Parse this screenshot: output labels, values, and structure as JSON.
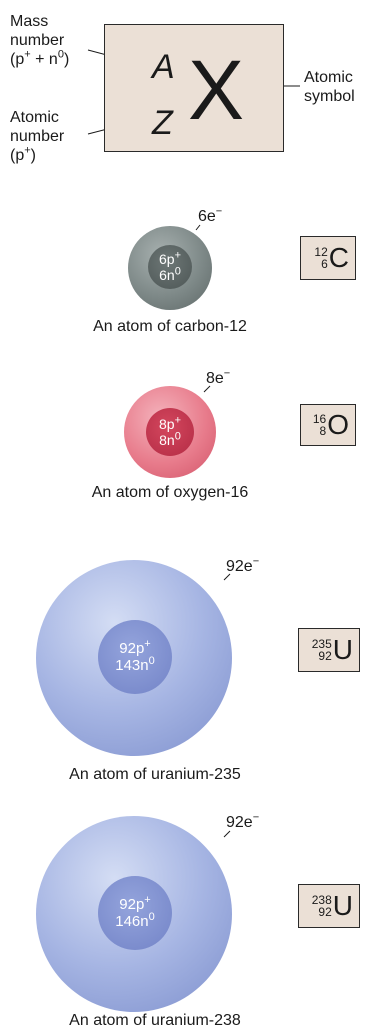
{
  "key": {
    "mass_number_label": [
      "Mass",
      "number"
    ],
    "mass_number_formula": {
      "p": "p",
      "p_sup": "+",
      "plus": " + n",
      "n_sup": "0",
      "close": ")",
      "open": "("
    },
    "atomic_number_label": [
      "Atomic",
      "number"
    ],
    "atomic_number_formula": {
      "open": "(p",
      "p_sup": "+",
      "close": ")"
    },
    "atomic_symbol_label": [
      "Atomic",
      "symbol"
    ],
    "letter_A": "A",
    "letter_Z": "Z",
    "letter_X": "X"
  },
  "atoms": [
    {
      "caption": "An atom of carbon-12",
      "electrons": "6e",
      "electron_sup": "−",
      "protons": "6p",
      "neutrons": "6n",
      "mass": "12",
      "atomic_number": "6",
      "symbol": "C",
      "atom_color": "#808b8a",
      "nucleus_color": "#5b6564"
    },
    {
      "caption": "An atom of oxygen-16",
      "electrons": "8e",
      "electron_sup": "−",
      "protons": "8p",
      "neutrons": "8n",
      "mass": "16",
      "atomic_number": "8",
      "symbol": "O",
      "atom_color": "#e8788a",
      "nucleus_color": "#c83a52"
    },
    {
      "caption": "An atom of uranium-235",
      "electrons": "92e",
      "electron_sup": "−",
      "protons": "92p",
      "neutrons": "143n",
      "mass": "235",
      "atomic_number": "92",
      "symbol": "U",
      "atom_color": "#a4b4e2",
      "nucleus_color": "#7d8fd0"
    },
    {
      "caption": "An atom of uranium-238",
      "electrons": "92e",
      "electron_sup": "−",
      "protons": "92p",
      "neutrons": "146n",
      "mass": "238",
      "atomic_number": "92",
      "symbol": "U",
      "atom_color": "#a4b4e2",
      "nucleus_color": "#7d8fd0"
    }
  ],
  "superscripts": {
    "plus": "+",
    "zero": "0"
  }
}
